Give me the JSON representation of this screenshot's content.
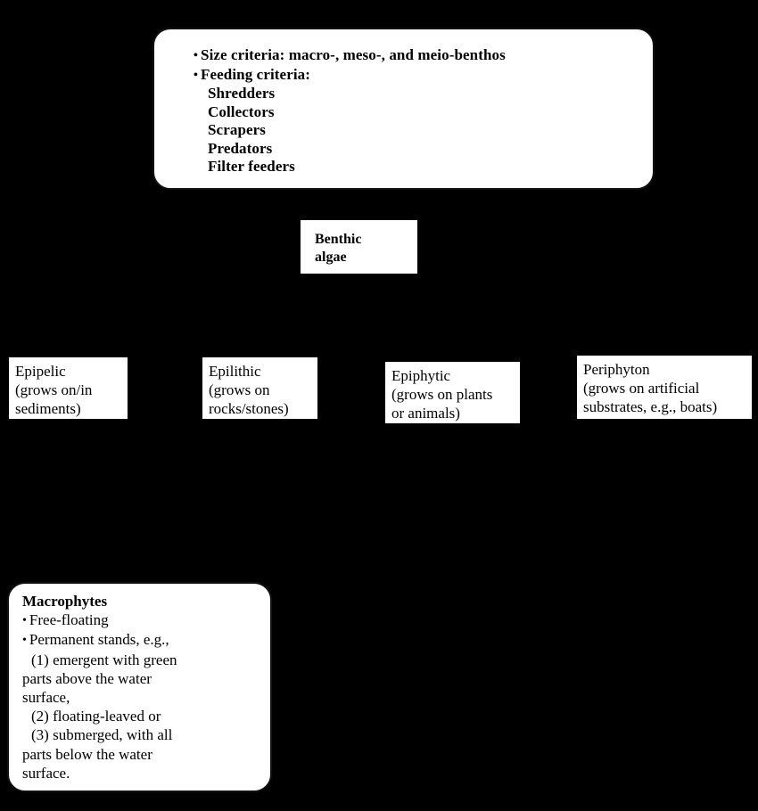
{
  "diagram": {
    "background_color": "#000000",
    "node_fill_color": "#ffffff",
    "node_stroke_color": "#000000"
  },
  "criteria_card": {
    "name": "benthos-criteria",
    "lines": [
      {
        "type": "bullet",
        "text": "Size criteria: macro-, meso-, and meio-benthos"
      },
      {
        "type": "bullet",
        "text": "Feeding criteria:"
      },
      {
        "type": "sub",
        "text": "Shredders"
      },
      {
        "type": "sub",
        "text": "Collectors"
      },
      {
        "type": "sub",
        "text": "Scrapers"
      },
      {
        "type": "sub",
        "text": "Predators"
      },
      {
        "type": "sub",
        "text": "Filter feeders"
      }
    ],
    "bullet_glyph": "•"
  },
  "benthic_algae": {
    "label": "Benthic\nalgae"
  },
  "habitats": [
    {
      "key": "epipelic",
      "title": "Epipelic",
      "description": "(grows on/in\nsediments)",
      "text": "Epipelic\n(grows on/in\nsediments)"
    },
    {
      "key": "epilithic",
      "title": "Epilithic",
      "description": "(grows on\nrocks/stones)",
      "text": "Epilithic\n(grows on\nrocks/stones)"
    },
    {
      "key": "epiphytic",
      "title": "Epiphytic",
      "description": "(grows on plants\nor animals)",
      "text": "Epiphytic\n(grows on plants\nor animals)"
    },
    {
      "key": "periphyton",
      "title": "Periphyton",
      "description": "(grows on artificial\nsubstrates, e.g., boats)",
      "text": "Periphyton\n(grows on artificial\nsubstrates, e.g., boats)"
    }
  ],
  "macrophytes_card": {
    "title": "Macrophytes",
    "bullet_glyph": "•",
    "lines": [
      {
        "type": "title",
        "text": "Macrophytes"
      },
      {
        "type": "bullet",
        "text": "Free-floating"
      },
      {
        "type": "bullet",
        "text": "Permanent stands, e.g.,"
      },
      {
        "type": "num",
        "text": "(1) emergent with green"
      },
      {
        "type": "plain",
        "text": "parts above the water"
      },
      {
        "type": "plain",
        "text": "surface,"
      },
      {
        "type": "num",
        "text": "(2) floating-leaved or"
      },
      {
        "type": "num",
        "text": "(3) submerged, with all"
      },
      {
        "type": "plain",
        "text": "parts below the water"
      },
      {
        "type": "plain",
        "text": "surface."
      }
    ]
  }
}
